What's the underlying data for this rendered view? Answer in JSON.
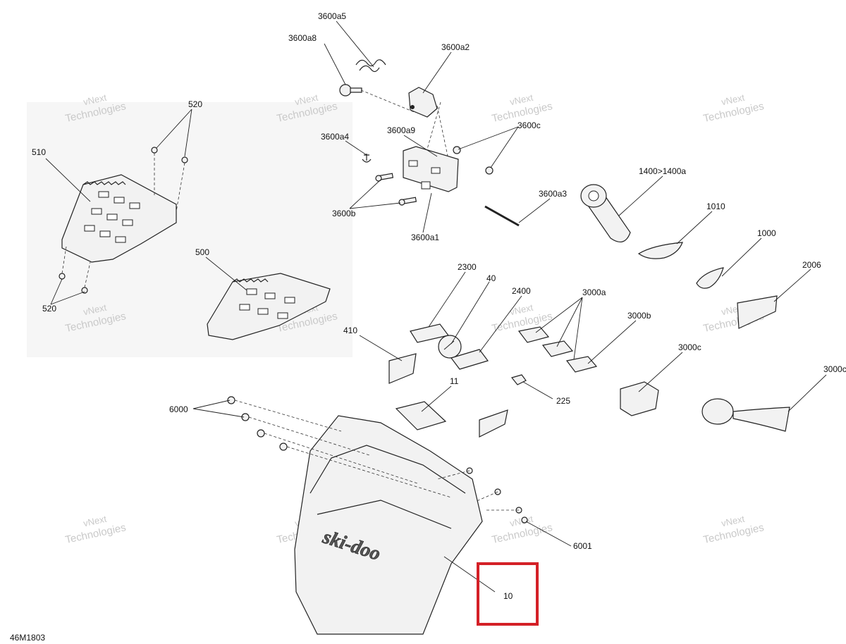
{
  "diagram_code": "46M1803",
  "watermark": {
    "line1": "vNext",
    "line2": "Technologies"
  },
  "highlight_color": "#d42027",
  "callouts": [
    {
      "id": "c-3600a5",
      "text": "3600a5"
    },
    {
      "id": "c-3600a8",
      "text": "3600a8"
    },
    {
      "id": "c-3600a2",
      "text": "3600a2"
    },
    {
      "id": "c-520-top",
      "text": "520"
    },
    {
      "id": "c-3600a9",
      "text": "3600a9"
    },
    {
      "id": "c-3600c",
      "text": "3600c"
    },
    {
      "id": "c-3600a4",
      "text": "3600a4"
    },
    {
      "id": "c-510",
      "text": "510"
    },
    {
      "id": "c-1400",
      "text": "1400>1400a"
    },
    {
      "id": "c-3600a3",
      "text": "3600a3"
    },
    {
      "id": "c-3600b",
      "text": "3600b"
    },
    {
      "id": "c-1010",
      "text": "1010"
    },
    {
      "id": "c-3600a1",
      "text": "3600a1"
    },
    {
      "id": "c-1000",
      "text": "1000"
    },
    {
      "id": "c-500",
      "text": "500"
    },
    {
      "id": "c-2300",
      "text": "2300"
    },
    {
      "id": "c-2006",
      "text": "2006"
    },
    {
      "id": "c-40",
      "text": "40"
    },
    {
      "id": "c-2400",
      "text": "2400"
    },
    {
      "id": "c-3000a",
      "text": "3000a"
    },
    {
      "id": "c-520-bottom",
      "text": "520"
    },
    {
      "id": "c-3000b",
      "text": "3000b"
    },
    {
      "id": "c-410",
      "text": "410"
    },
    {
      "id": "c-3000c-1",
      "text": "3000c"
    },
    {
      "id": "c-3000c-2",
      "text": "3000c"
    },
    {
      "id": "c-11",
      "text": "11"
    },
    {
      "id": "c-225",
      "text": "225"
    },
    {
      "id": "c-6000",
      "text": "6000"
    },
    {
      "id": "c-6001",
      "text": "6001"
    },
    {
      "id": "c-10",
      "text": "10"
    }
  ],
  "brand_text": "ski-doo"
}
